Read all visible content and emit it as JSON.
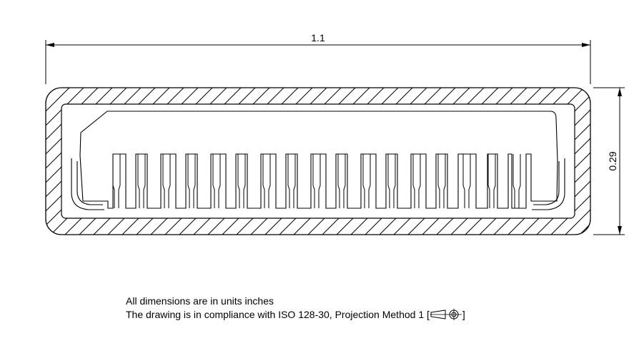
{
  "dimensions": {
    "width_label": "1.1",
    "height_label": "0.29"
  },
  "notes": {
    "units_line": "All dimensions are in units inches",
    "compliance_line": "The drawing is in compliance with ISO 128-30, Projection Method 1 [",
    "compliance_close": "]"
  },
  "drawing": {
    "pin_count": 17,
    "hatch": true,
    "projection_symbol": "first-angle-projection-icon"
  }
}
